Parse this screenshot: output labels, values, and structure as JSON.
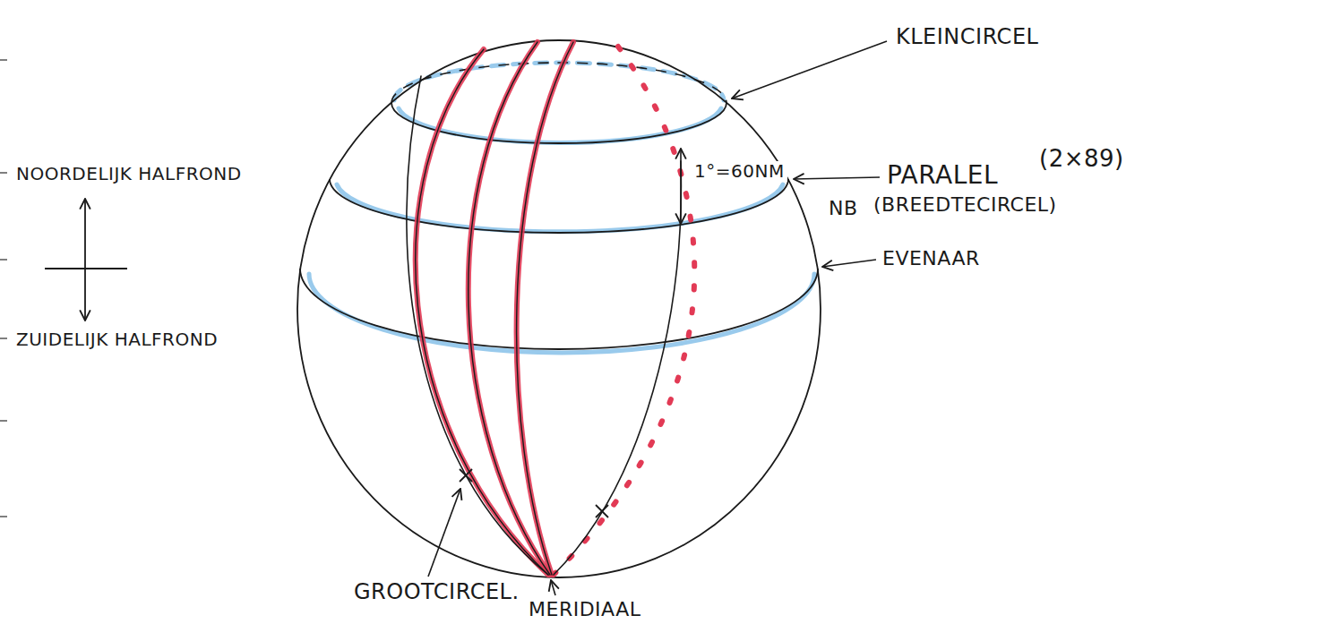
{
  "diagram": {
    "labels": [
      "KLEINCIRCEL",
      "PARALEL",
      "(2×89)",
      "NB",
      "(BREEDTECIRCEL)",
      "EVENAAR",
      "NOORDELIJK HALFROND",
      "ZUIDELIJK HALFROND",
      "1°=60NM",
      "GROOTCIRCEL.",
      "MERIDIAAL"
    ]
  }
}
